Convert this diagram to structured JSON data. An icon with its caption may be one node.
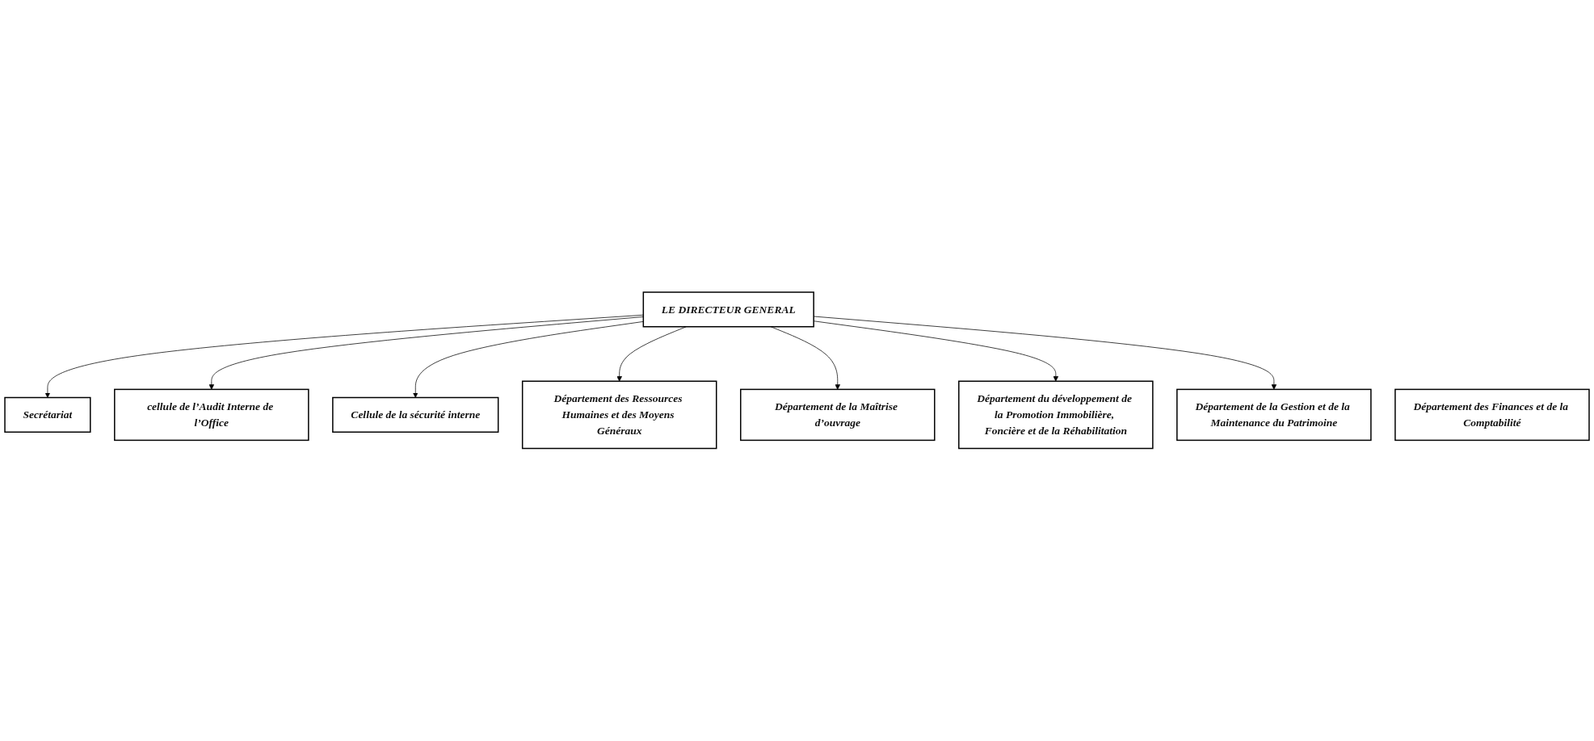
{
  "diagram": {
    "nodes": [
      {
        "text": [
          "LE DIRECTEUR GENERAL"
        ]
      },
      {
        "text": [
          "Secrétariat"
        ]
      },
      {
        "text": [
          "cellule de l’Audit Interne de l’Office"
        ]
      },
      {
        "text": [
          "Cellule de la sécurité interne"
        ]
      },
      {
        "text": [
          "Département des Ressources Humaines et des Moyens Généraux"
        ]
      },
      {
        "text": [
          "Département des Finances et de la Comptabilité"
        ]
      },
      {
        "text": [
          "Département de la Gestion et de la Maintenance du Patrimoine"
        ]
      },
      {
        "text": [
          "Département de la Maîtrise d’ouvrage"
        ]
      },
      {
        "text": [
          "Département du développement de la Promotion Immobilière, Foncière et de la Réhabilitation"
        ]
      }
    ],
    "edges": [
      {
        "from": 0,
        "to": 1,
        "arrow": "to"
      },
      {
        "from": 0,
        "to": 2,
        "arrow": "to"
      },
      {
        "from": 0,
        "to": 3,
        "arrow": "to"
      },
      {
        "from": 0,
        "to": 4,
        "arrow": "to"
      },
      {
        "from": 0,
        "to": 7,
        "arrow": "to"
      },
      {
        "from": 0,
        "to": 8,
        "arrow": "to"
      },
      {
        "from": 0,
        "to": 6,
        "arrow": "to"
      }
    ]
  }
}
